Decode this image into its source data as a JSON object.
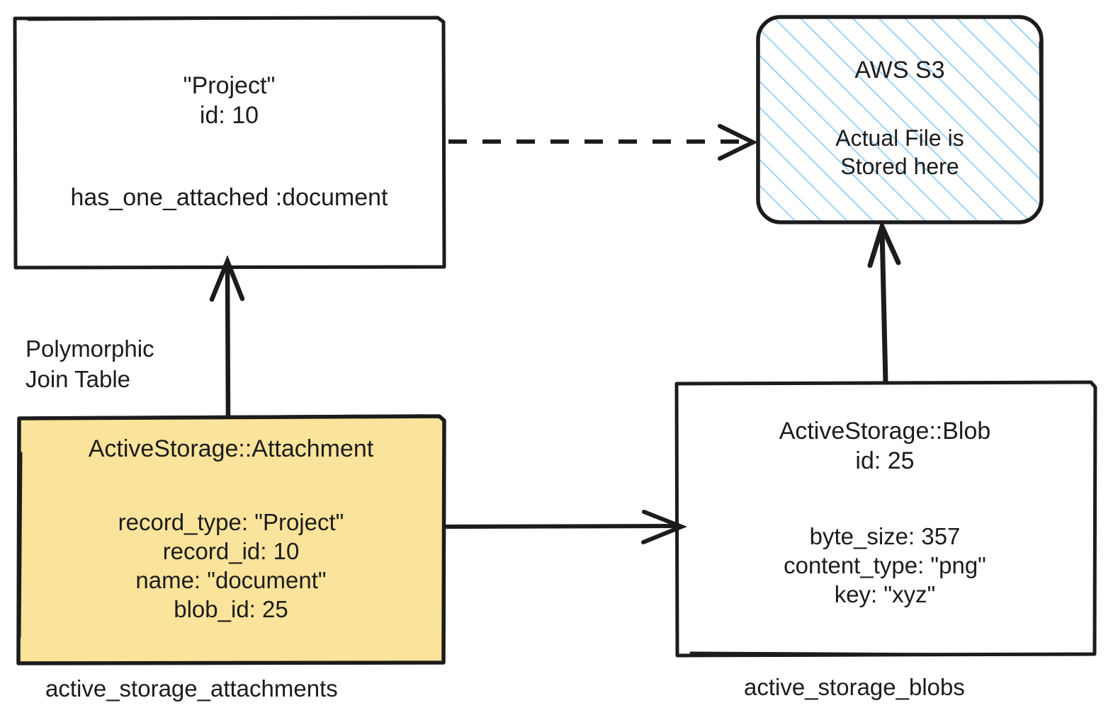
{
  "diagram": {
    "title": "Rails ActiveStorage polymorphic attachment diagram",
    "colors": {
      "stroke": "#1c1c1c",
      "attachment_fill": "#fae39a",
      "s3_hatch": "#8ecdf7",
      "background": "#ffffff"
    }
  },
  "nodes": {
    "project": {
      "name": "\"Project\"",
      "id_line": "id: 10",
      "association": "has_one_attached :document"
    },
    "aws_s3": {
      "title": "AWS S3",
      "line1": "Actual File is",
      "line2": "Stored here"
    },
    "attachment": {
      "title": "ActiveStorage::Attachment",
      "fields": {
        "record_type": "record_type: \"Project\"",
        "record_id": "record_id: 10",
        "name": "name: \"document\"",
        "blob_id": "blob_id: 25"
      },
      "table_caption": "active_storage_attachments",
      "side_label_line1": "Polymorphic",
      "side_label_line2": "Join Table"
    },
    "blob": {
      "title": "ActiveStorage::Blob",
      "id_line": "id: 25",
      "fields": {
        "byte_size": "byte_size: 357",
        "content_type": "content_type: \"png\"",
        "key": "key: \"xyz\""
      },
      "table_caption": "active_storage_blobs"
    }
  },
  "edges": {
    "project_to_s3": {
      "style": "dashed",
      "arrowhead": "open-v"
    },
    "attachment_to_project": {
      "style": "solid",
      "arrowhead": "open-v"
    },
    "attachment_to_blob": {
      "style": "solid",
      "arrowhead": "open-v"
    },
    "blob_to_s3": {
      "style": "solid",
      "arrowhead": "open-v"
    }
  }
}
